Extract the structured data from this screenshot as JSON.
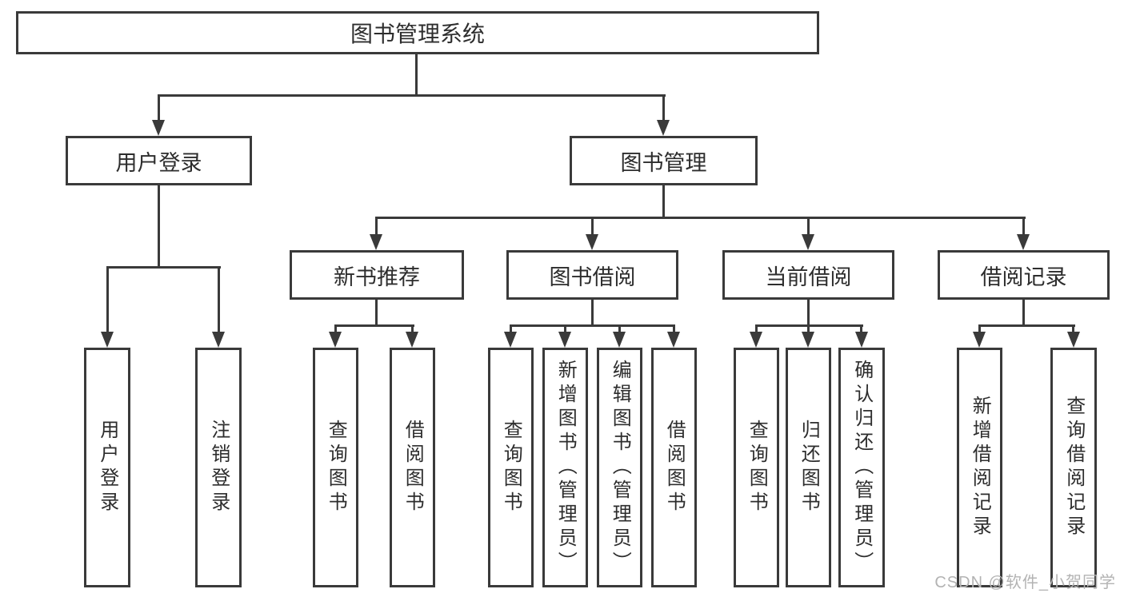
{
  "tree": {
    "root": {
      "label": "图书管理系统"
    },
    "branches": [
      {
        "label": "用户登录",
        "children": [
          {
            "label": "用户登录"
          },
          {
            "label": "注销登录"
          }
        ]
      },
      {
        "label": "图书管理",
        "children": [
          {
            "label": "新书推荐",
            "children": [
              {
                "label": "查询图书"
              },
              {
                "label": "借阅图书"
              }
            ]
          },
          {
            "label": "图书借阅",
            "children": [
              {
                "label": "查询图书"
              },
              {
                "label": "新增图书（管理员）"
              },
              {
                "label": "编辑图书（管理员）"
              },
              {
                "label": "借阅图书"
              }
            ]
          },
          {
            "label": "当前借阅",
            "children": [
              {
                "label": "查询图书"
              },
              {
                "label": "归还图书"
              },
              {
                "label": "确认归还（管理员）"
              }
            ]
          },
          {
            "label": "借阅记录",
            "children": [
              {
                "label": "新增借阅记录"
              },
              {
                "label": "查询借阅记录"
              }
            ]
          }
        ]
      }
    ]
  },
  "watermark": {
    "text": "CSDN @软件_小贺同学"
  },
  "colors": {
    "line": "#3a3a3a",
    "text": "#2d2d2d",
    "watermark": "#b3b3b3",
    "background": "#ffffff"
  }
}
